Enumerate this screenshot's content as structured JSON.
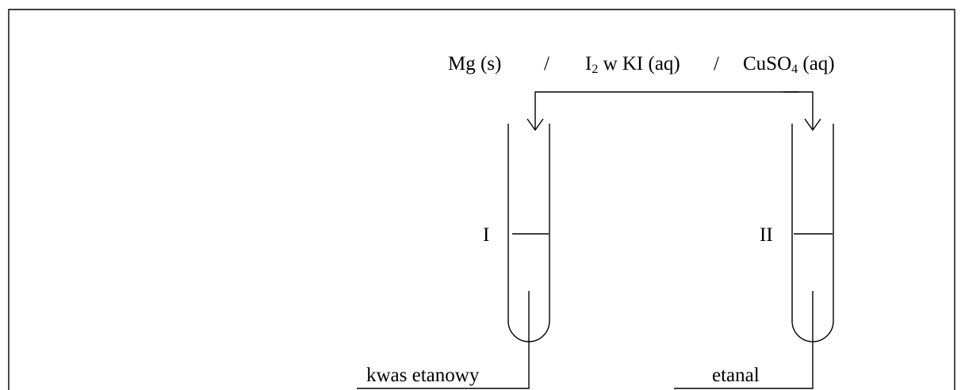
{
  "reagents": {
    "mg": "Mg (s)",
    "sep1": "/",
    "i2_pre": "I",
    "i2_sub": "2",
    "i2_post": " w KI (aq)",
    "sep2": "/",
    "cu_pre": "CuSO",
    "cu_sub": "4",
    "cu_post": " (aq)"
  },
  "tubes": [
    {
      "roman": "I",
      "content": "kwas etanowy"
    },
    {
      "roman": "II",
      "content": "etanal"
    }
  ]
}
